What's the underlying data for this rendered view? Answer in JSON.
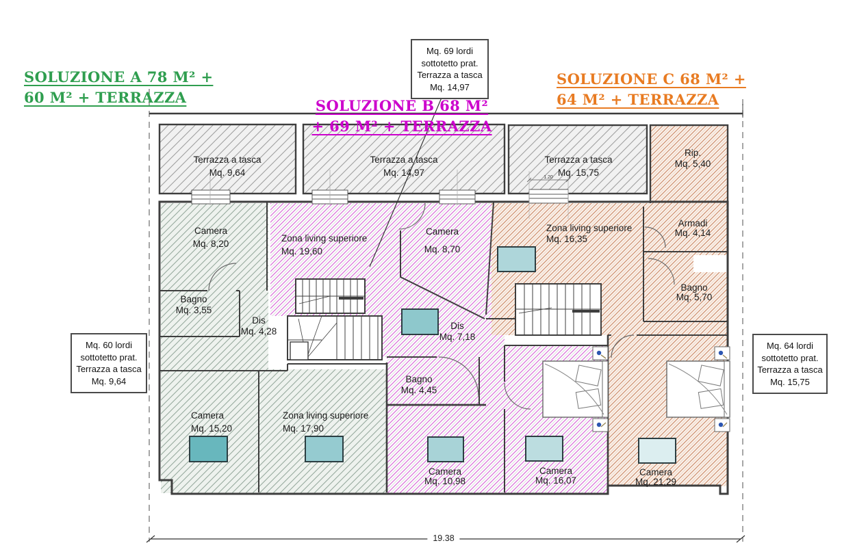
{
  "titles": {
    "a": {
      "line1": "SOLUZIONE A 78 M² +",
      "line2": "60 M² + TERRAZZA",
      "color": "#2f9e4f"
    },
    "b": {
      "line1": "SOLUZIONE B 68 M²",
      "line2": "+ 69 M² + TERRAZZA",
      "color": "#cc00cc"
    },
    "c": {
      "line1": "SOLUZIONE C 68 M² +",
      "line2": "64 M² + TERRAZZA",
      "color": "#e87b22"
    }
  },
  "callouts": {
    "top": {
      "lines": [
        "Mq. 69 lordi",
        "sottotetto prat.",
        "Terrazza a tasca",
        "Mq. 14,97"
      ]
    },
    "left": {
      "lines": [
        "Mq. 60 lordi",
        "sottotetto prat.",
        "Terrazza a tasca",
        "Mq. 9,64"
      ]
    },
    "right": {
      "lines": [
        "Mq. 64 lordi",
        "sottotetto prat.",
        "Terrazza a tasca",
        "Mq. 15,75"
      ]
    }
  },
  "rooms": [
    {
      "id": "terrazza-a",
      "name": "Terrazza a tasca",
      "area": "Mq. 9,64"
    },
    {
      "id": "terrazza-b",
      "name": "Terrazza a tasca",
      "area": "Mq. 14,97"
    },
    {
      "id": "terrazza-c",
      "name": "Terrazza a tasca",
      "area": "Mq. 15,75"
    },
    {
      "id": "rip",
      "name": "Rip.",
      "area": "Mq. 5,40"
    },
    {
      "id": "camera-a1",
      "name": "Camera",
      "area": "Mq. 8,20"
    },
    {
      "id": "living-b",
      "name": "Zona living superiore",
      "area": "Mq. 19,60"
    },
    {
      "id": "camera-b1",
      "name": "Camera",
      "area": "Mq. 8,70"
    },
    {
      "id": "living-c",
      "name": "Zona living superiore",
      "area": "Mq. 16,35"
    },
    {
      "id": "armadi",
      "name": "Armadi",
      "area": "Mq. 4,14"
    },
    {
      "id": "bagno-a",
      "name": "Bagno",
      "area": "Mq. 3,55"
    },
    {
      "id": "dis-a",
      "name": "Dis",
      "area": "Mq. 4,28"
    },
    {
      "id": "dis-b",
      "name": "Dis",
      "area": "Mq. 7,18"
    },
    {
      "id": "bagno-c",
      "name": "Bagno",
      "area": "Mq. 5,70"
    },
    {
      "id": "bagno-b",
      "name": "Bagno",
      "area": "Mq. 4,45"
    },
    {
      "id": "camera-a2",
      "name": "Camera",
      "area": "Mq. 15,20"
    },
    {
      "id": "living-a",
      "name": "Zona living superiore",
      "area": "Mq. 17,90"
    },
    {
      "id": "camera-b2",
      "name": "Camera",
      "area": "Mq. 10,98"
    },
    {
      "id": "camera-b3",
      "name": "Camera",
      "area": "Mq. 16,07"
    },
    {
      "id": "camera-c",
      "name": "Camera",
      "area": "Mq. 21,29"
    }
  ],
  "dimensions": {
    "total_width": "19.38",
    "terrace_detail": "1.20"
  },
  "skylights": [
    {
      "color": "#68b7bd"
    },
    {
      "color": "#95cbd0"
    },
    {
      "color": "#8ec8cc"
    },
    {
      "color": "#aed6da"
    },
    {
      "color": "#a8d3d7"
    },
    {
      "color": "#bcdde0"
    },
    {
      "color": "#dceef0"
    }
  ],
  "colors": {
    "solution_a": "#2f9e4f",
    "solution_b": "#cc00cc",
    "solution_c": "#e87b22",
    "hatch_terrace": "#9c9c9c",
    "hatch_a": "#93a79a",
    "hatch_b": "#d45cd4",
    "hatch_c": "#c8825e",
    "walls": "#3e3e3e"
  }
}
